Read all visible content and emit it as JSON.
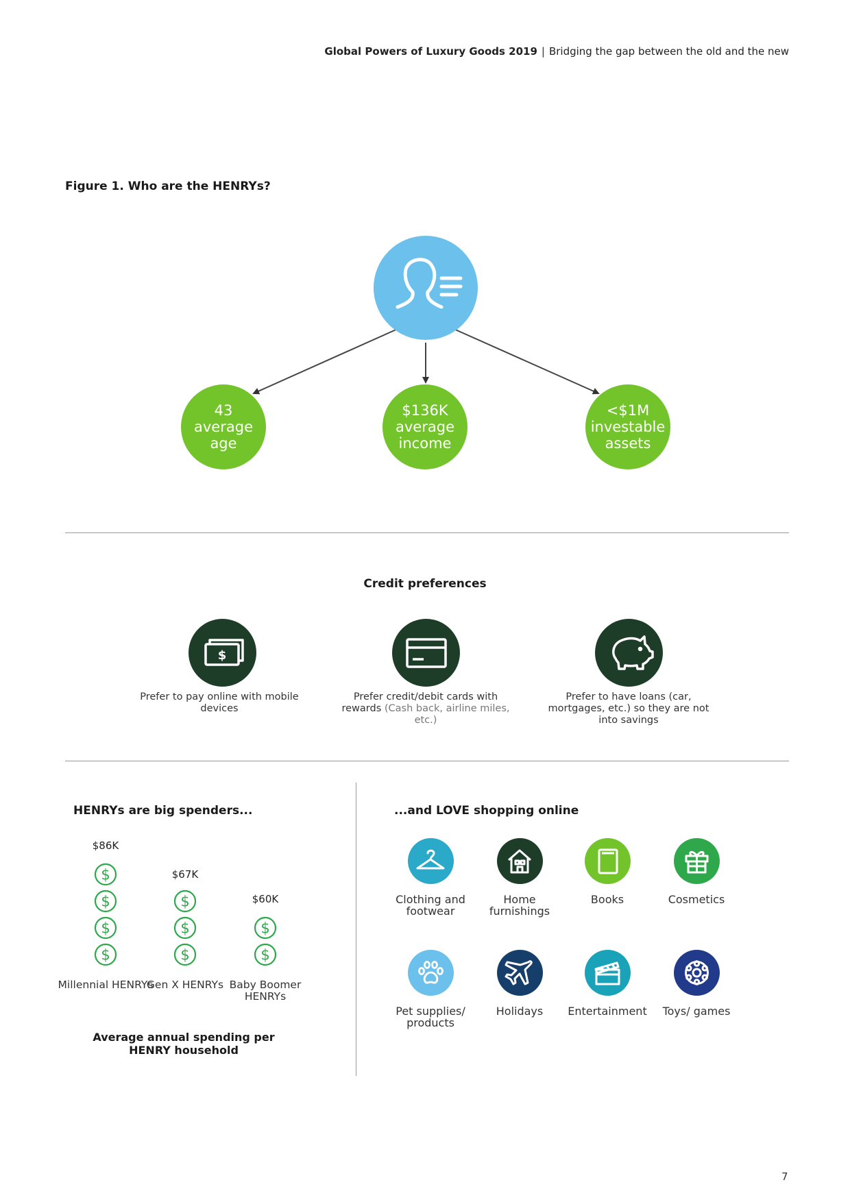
{
  "header": {
    "report_title": "Global Powers of Luxury Goods 2019",
    "separator": "|",
    "subtitle": "Bridging the gap between the old and the new"
  },
  "figure_title": "Figure 1. Who are the HENRYs?",
  "profile": {
    "center_icon": "person-list-icon",
    "center_color": "#6cc0ec",
    "node_color": "#72c42a",
    "nodes": [
      {
        "line1": "43",
        "line2": "average",
        "line3": "age"
      },
      {
        "line1": "$136K",
        "line2": "average",
        "line3": "income"
      },
      {
        "line1": "<$1M",
        "line2": "investable",
        "line3": "assets"
      }
    ]
  },
  "credit": {
    "title": "Credit preferences",
    "icon_color": "#1e3d29",
    "items": [
      {
        "icon": "money-bills-icon",
        "text": "Prefer to pay online with mobile devices",
        "note": ""
      },
      {
        "icon": "credit-card-icon",
        "text": "Prefer credit/debit cards with rewards",
        "note": "(Cash back, airline miles, etc.)"
      },
      {
        "icon": "piggy-bank-icon",
        "text": "Prefer to have loans (car, mortgages, etc.) so they are not into savings",
        "note": ""
      }
    ]
  },
  "spenders": {
    "title": "HENRYs are big spenders...",
    "coin_color": "#2ea84a",
    "groups": [
      {
        "value": "$86K",
        "label": "Millennial HENRYs",
        "coins": 4
      },
      {
        "value": "$67K",
        "label": "Gen X HENRYs",
        "coins": 3
      },
      {
        "value": "$60K",
        "label": "Baby Boomer HENRYs",
        "coins": 2
      }
    ],
    "caption": "Average annual spending per HENRY household"
  },
  "online": {
    "title": "...and LOVE shopping online",
    "categories": [
      {
        "icon": "hanger-icon",
        "label": "Clothing and footwear",
        "color": "#2aa9c9"
      },
      {
        "icon": "house-icon",
        "label": "Home furnishings",
        "color": "#1e3d29"
      },
      {
        "icon": "book-icon",
        "label": "Books",
        "color": "#72c42a"
      },
      {
        "icon": "gift-icon",
        "label": "Cosmetics",
        "color": "#2ea84a"
      },
      {
        "icon": "paw-icon",
        "label": "Pet supplies/ products",
        "color": "#6cc0ec"
      },
      {
        "icon": "airplane-icon",
        "label": "Holidays",
        "color": "#163e6b"
      },
      {
        "icon": "clapperboard-icon",
        "label": "Entertainment",
        "color": "#1aa2b8"
      },
      {
        "icon": "gear-icon",
        "label": "Toys/ games",
        "color": "#223a8a"
      }
    ]
  },
  "page_number": "7"
}
